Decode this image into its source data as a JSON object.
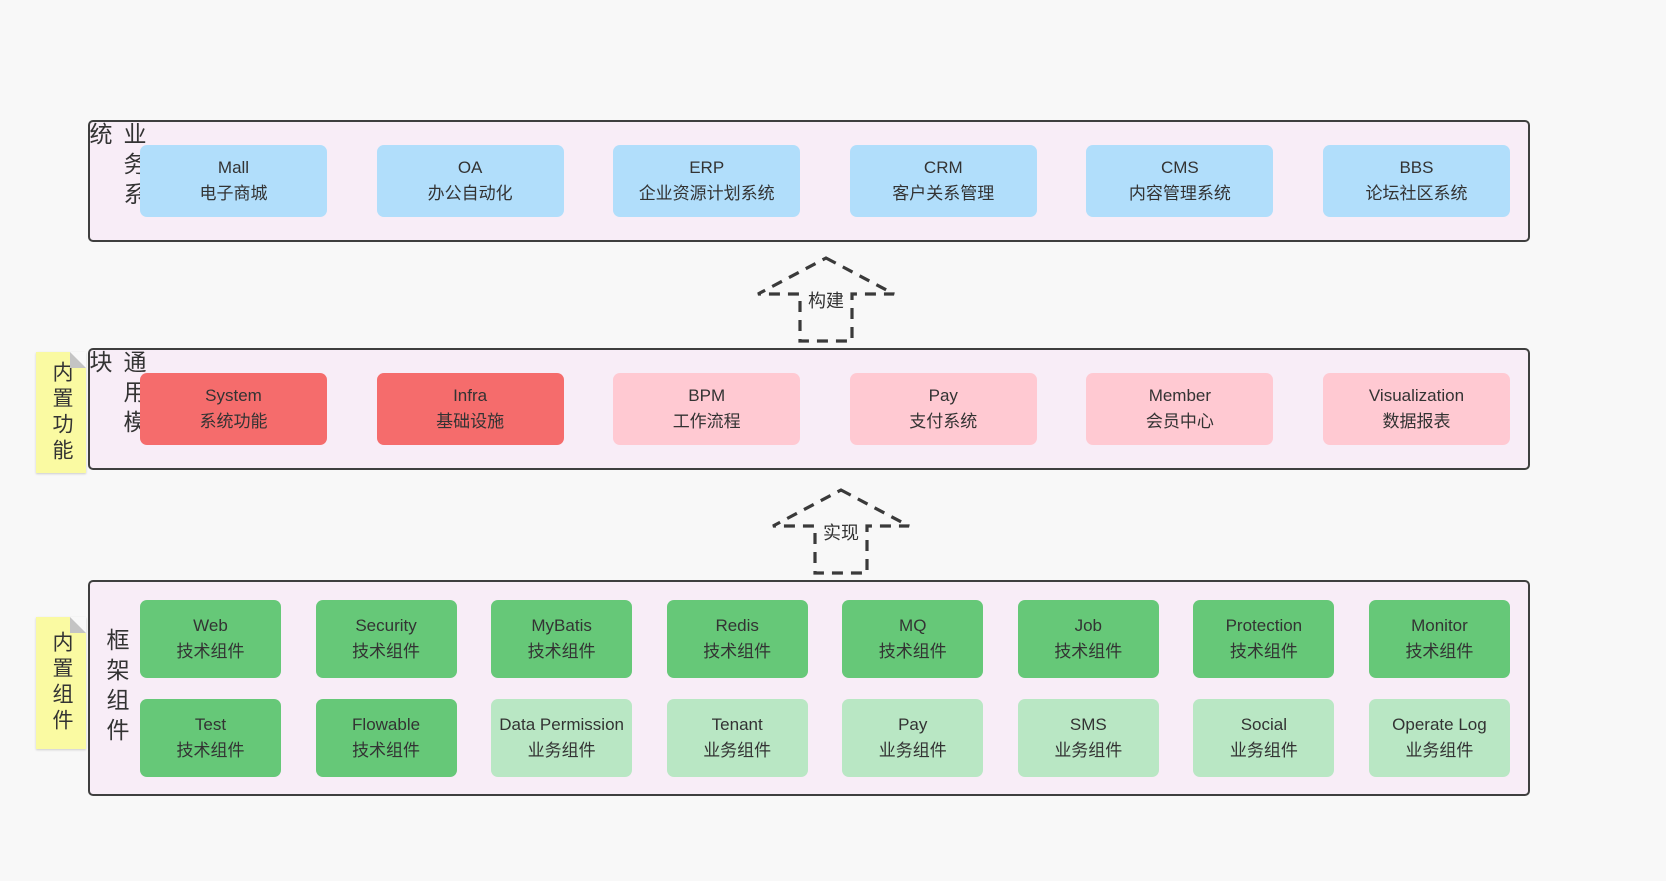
{
  "page": {
    "background": "#f8f8f8"
  },
  "colors": {
    "container_bg": "#f8edf7",
    "container_border": "#3f3f3f",
    "blue": "#b1defb",
    "red": "#f56c6c",
    "pink": "#ffc9d2",
    "green": "#66c878",
    "light_green": "#b9e7c4",
    "sticky_yellow": "#fafaa2",
    "text": "#333333"
  },
  "arrows": [
    {
      "label": "构建"
    },
    {
      "label": "实现"
    }
  ],
  "layers": [
    {
      "side_label": "业务系统",
      "boxes": [
        {
          "title": "Mall",
          "subtitle": "电子商城",
          "variant": "blue"
        },
        {
          "title": "OA",
          "subtitle": "办公自动化",
          "variant": "blue"
        },
        {
          "title": "ERP",
          "subtitle": "企业资源计划系统",
          "variant": "blue"
        },
        {
          "title": "CRM",
          "subtitle": "客户关系管理",
          "variant": "blue"
        },
        {
          "title": "CMS",
          "subtitle": "内容管理系统",
          "variant": "blue"
        },
        {
          "title": "BBS",
          "subtitle": "论坛社区系统",
          "variant": "blue"
        }
      ]
    },
    {
      "side_label": "通用模块",
      "sticky_label": "内置功能",
      "boxes": [
        {
          "title": "System",
          "subtitle": "系统功能",
          "variant": "red"
        },
        {
          "title": "Infra",
          "subtitle": "基础设施",
          "variant": "red"
        },
        {
          "title": "BPM",
          "subtitle": "工作流程",
          "variant": "pink"
        },
        {
          "title": "Pay",
          "subtitle": "支付系统",
          "variant": "pink"
        },
        {
          "title": "Member",
          "subtitle": "会员中心",
          "variant": "pink"
        },
        {
          "title": "Visualization",
          "subtitle": "数据报表",
          "variant": "pink"
        }
      ]
    },
    {
      "side_label": "框架组件",
      "sticky_label": "内置组件",
      "rows": [
        {
          "boxes": [
            {
              "title": "Web",
              "subtitle": "技术组件",
              "variant": "green"
            },
            {
              "title": "Security",
              "subtitle": "技术组件",
              "variant": "green"
            },
            {
              "title": "MyBatis",
              "subtitle": "技术组件",
              "variant": "green"
            },
            {
              "title": "Redis",
              "subtitle": "技术组件",
              "variant": "green"
            },
            {
              "title": "MQ",
              "subtitle": "技术组件",
              "variant": "green"
            },
            {
              "title": "Job",
              "subtitle": "技术组件",
              "variant": "green"
            },
            {
              "title": "Protection",
              "subtitle": "技术组件",
              "variant": "green"
            },
            {
              "title": "Monitor",
              "subtitle": "技术组件",
              "variant": "green"
            }
          ]
        },
        {
          "boxes": [
            {
              "title": "Test",
              "subtitle": "技术组件",
              "variant": "green"
            },
            {
              "title": "Flowable",
              "subtitle": "技术组件",
              "variant": "green"
            },
            {
              "title": "Data Permission",
              "subtitle": "业务组件",
              "variant": "light_green"
            },
            {
              "title": "Tenant",
              "subtitle": "业务组件",
              "variant": "light_green"
            },
            {
              "title": "Pay",
              "subtitle": "业务组件",
              "variant": "light_green"
            },
            {
              "title": "SMS",
              "subtitle": "业务组件",
              "variant": "light_green"
            },
            {
              "title": "Social",
              "subtitle": "业务组件",
              "variant": "light_green"
            },
            {
              "title": "Operate Log",
              "subtitle": "业务组件",
              "variant": "light_green"
            }
          ]
        }
      ]
    }
  ]
}
